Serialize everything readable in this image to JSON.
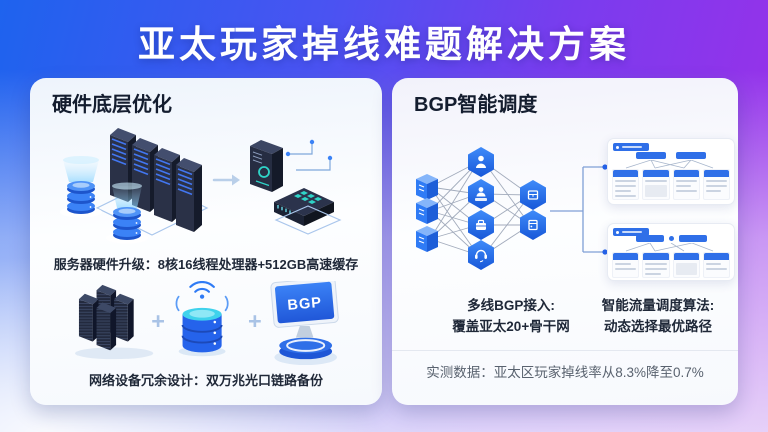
{
  "title": "亚太玩家掉线难题解决方案",
  "hardware_panel": {
    "header": "硬件底层优化",
    "server_caption": "服务器硬件升级：8核16线程处理器+512GB高速缓存",
    "network_caption": "网络设备冗余设计：双万兆光口链路备份",
    "plus_sign": "+",
    "bgp_screen_label": "BGP"
  },
  "bgp_panel": {
    "header": "BGP智能调度",
    "access_caption": {
      "line1": "多线BGP接入:",
      "line2": "覆盖亚太20+骨干网"
    },
    "algorithm_caption": {
      "line1": "智能流量调度算法:",
      "line2": "动态选择最优路径"
    },
    "result_caption": "实测数据：亚太区玩家掉线率从8.3%降至0.7%"
  },
  "colors": {
    "accent_blue": "#2f6fe8",
    "gradient_blue": "#1e63ee",
    "gradient_purple": "#9e2fe8",
    "teal": "#2fd4c8",
    "server_dark": "#262d42",
    "panel_bg": "#fdfeff"
  }
}
